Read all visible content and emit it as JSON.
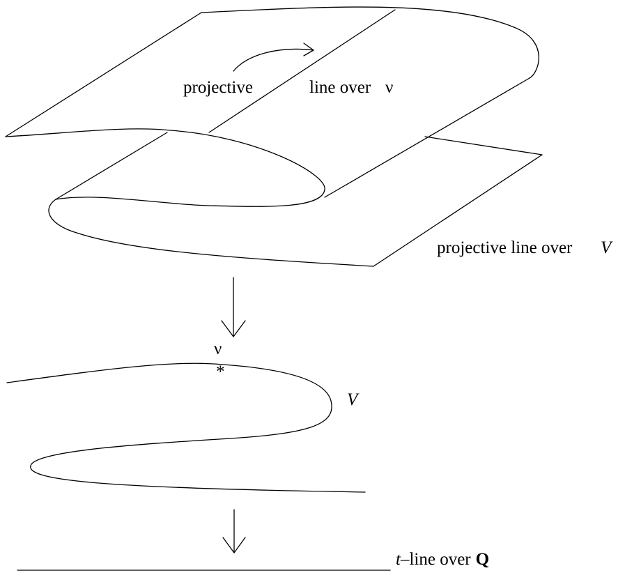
{
  "labels": {
    "top_left": "projective",
    "top_right": "line over",
    "nu_symbol": "ν",
    "surface_label_prefix": "projective line over",
    "surface_label_var": "V",
    "point_label": "ν",
    "point_marker": "*",
    "curve_label": "V",
    "base_label_var": "t",
    "base_label_rest": "–line over",
    "base_label_field": "Q"
  },
  "colors": {
    "stroke": "#000000",
    "background": "#ffffff"
  }
}
